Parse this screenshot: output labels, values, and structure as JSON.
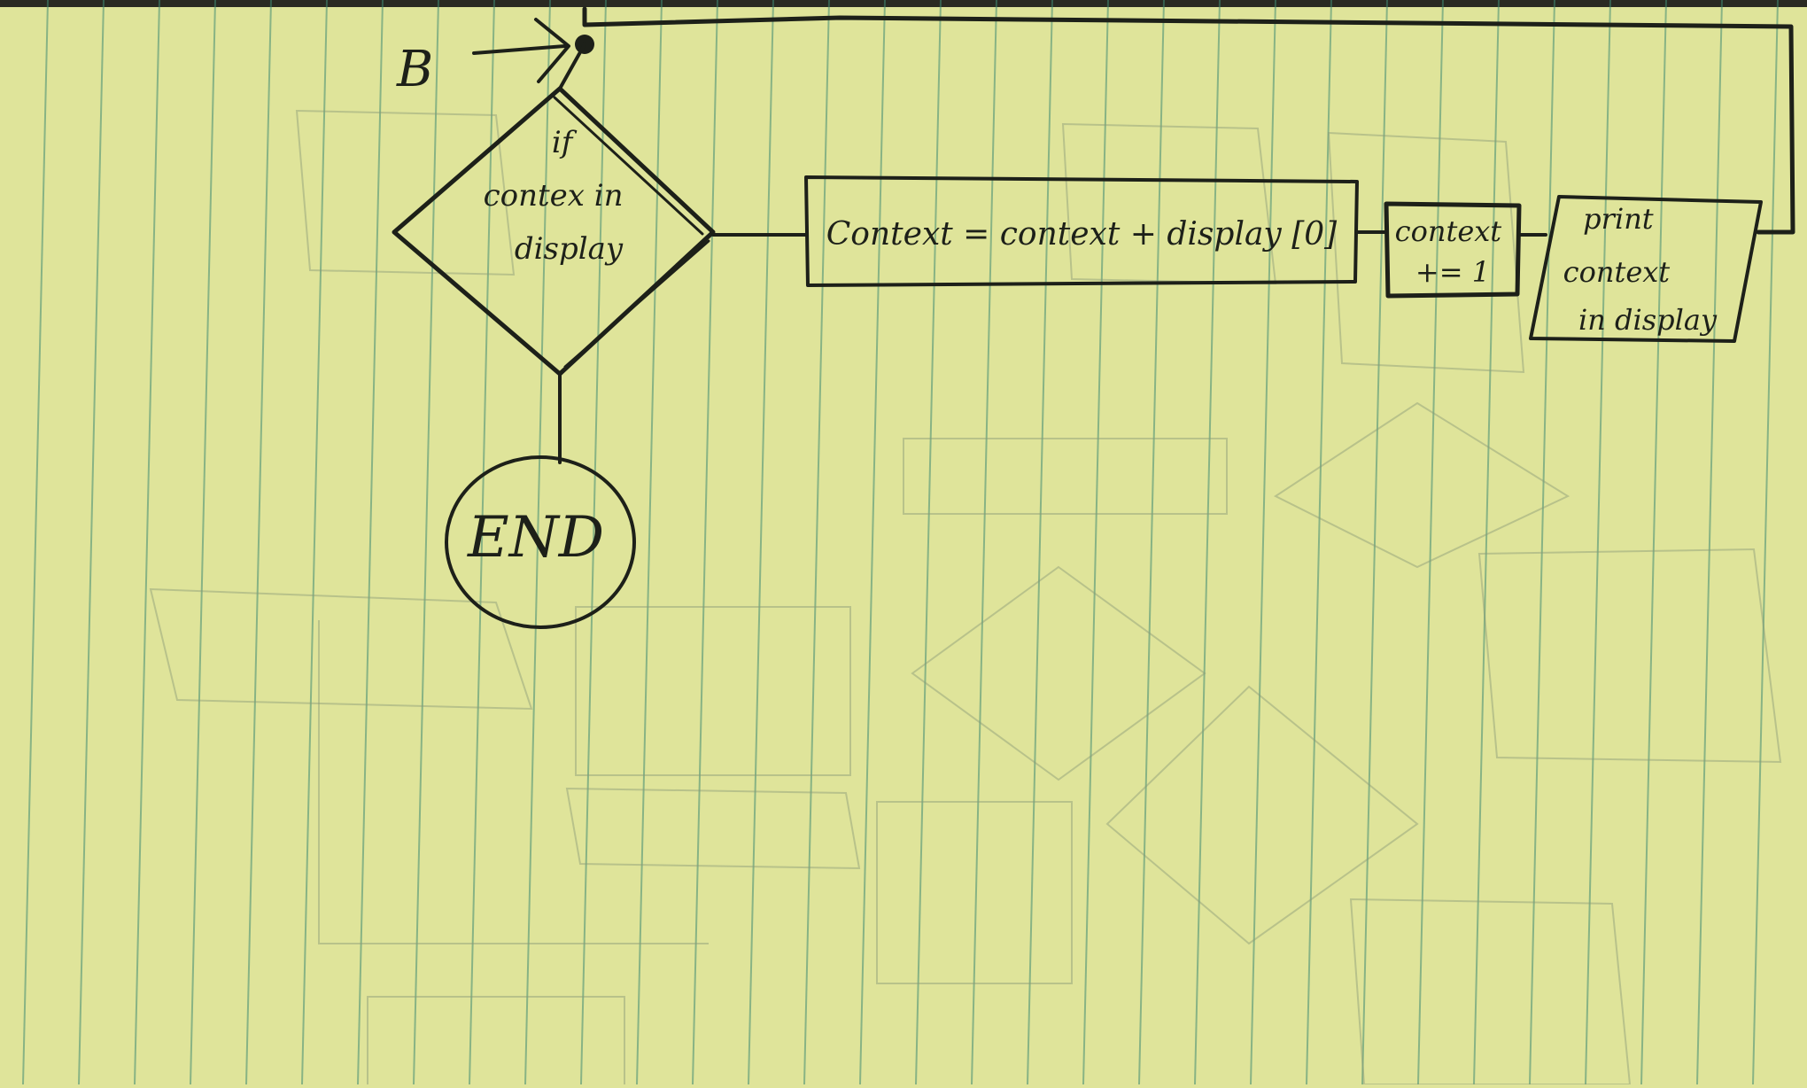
{
  "diagram": {
    "connector_label": "B",
    "decision": {
      "lines": [
        "if",
        "contex in",
        "display"
      ]
    },
    "process_assign": "Context = context + display [0]",
    "process_increment": {
      "lines": [
        "context",
        "+= 1"
      ]
    },
    "output": {
      "lines": [
        "print",
        "context",
        "in display"
      ]
    },
    "terminal": "END"
  },
  "colors": {
    "paper": "#dfe49a",
    "ink": "#1d2019",
    "rule_lines": "#3f8a73"
  }
}
